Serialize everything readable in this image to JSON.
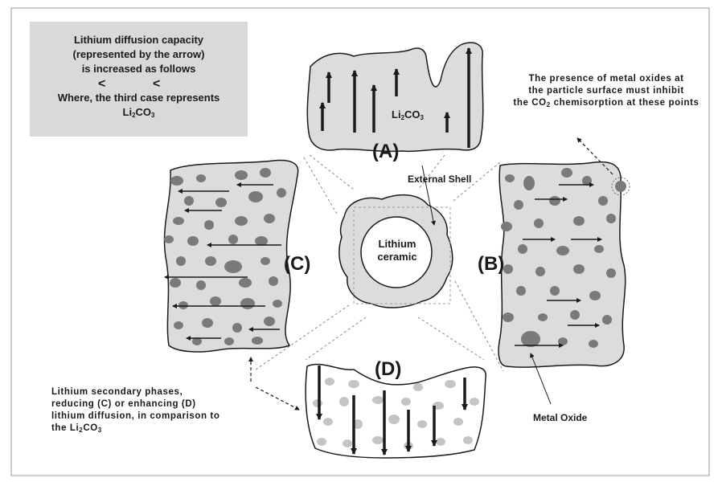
{
  "legend": {
    "line1": "Lithium diffusion capacity",
    "line2": "(represented by the arrow)",
    "line3": "is increased as follows",
    "line4": "Where, the third case represents",
    "line5_main": "Li",
    "line5_sub1": "2",
    "line5_tail": "CO",
    "line5_sub2": "3"
  },
  "center": {
    "label_line1": "Lithium",
    "label_line2": "ceramic",
    "shell_label": "External Shell"
  },
  "panels": {
    "a_label": "(A)",
    "b_label": "(B)",
    "c_label": "(C)",
    "d_label": "(D)",
    "a_formula_main": "Li",
    "a_formula_sub1": "2",
    "a_formula_tail": "CO",
    "a_formula_sub2": "3"
  },
  "annotations": {
    "top_right_line1": "The presence of metal oxides at",
    "top_right_line2": "the particle surface must inhibit",
    "top_right_line3a": "the CO",
    "top_right_line3_sub": "2",
    "top_right_line3b": " chemisorption at these points",
    "metal_oxide": "Metal Oxide",
    "bottom_left_line1": "Lithium secondary phases,",
    "bottom_left_line2": "reducing (C) or enhancing (D)",
    "bottom_left_line3": "lithium diffusion, in comparison to",
    "bottom_left_line4a": "the Li",
    "bottom_left_line4_sub1": "2",
    "bottom_left_line4b": "CO",
    "bottom_left_line4_sub2": "3"
  },
  "colors": {
    "particle_fill": "#dcdcdc",
    "oxide_fill": "#7a7a7a",
    "light_oxide_fill": "#c4c4c4",
    "outline": "#1a1a1a",
    "legend_bg": "#d9d9d9"
  }
}
